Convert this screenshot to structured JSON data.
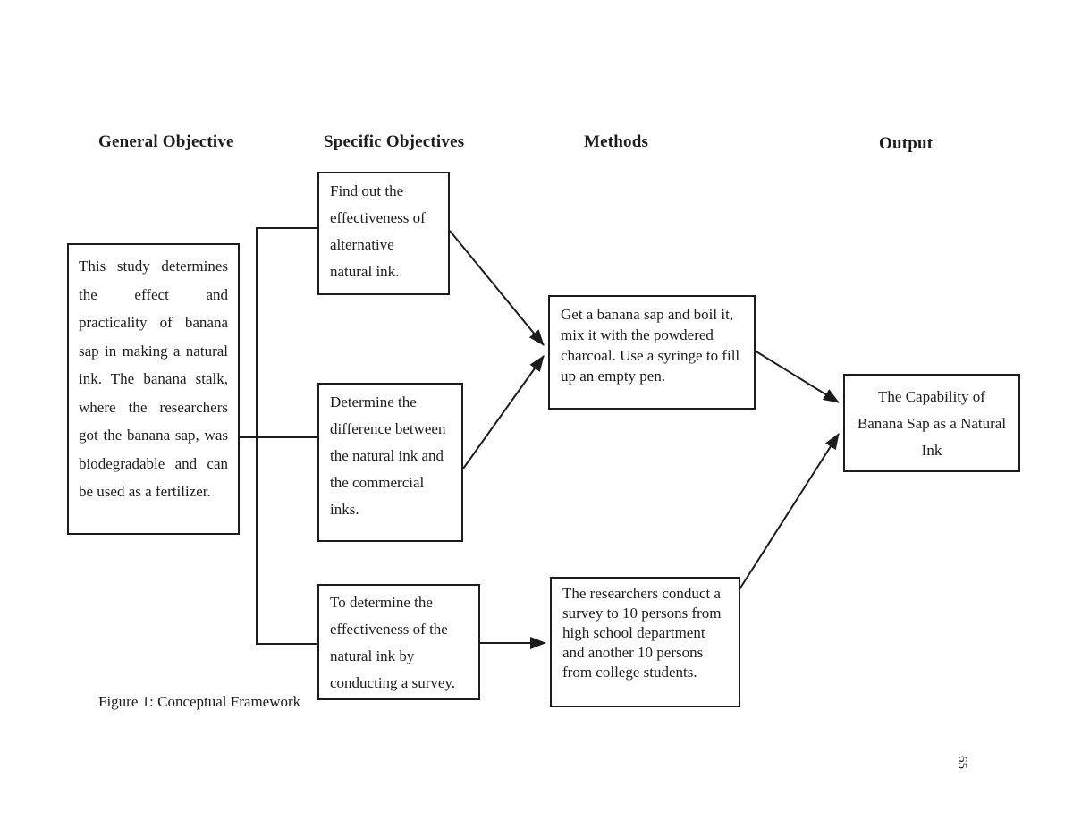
{
  "page": {
    "figure_caption": "Figure 1: Conceptual Framework",
    "page_number": "65"
  },
  "columns": [
    {
      "label": "General Objective"
    },
    {
      "label": "Specific Objectives"
    },
    {
      "label": "Methods"
    },
    {
      "label": "Output"
    }
  ],
  "boxes": {
    "general_objective": "This study determines the effect and practicality of banana sap in making a natural ink. The banana stalk, where the researchers got the banana sap, was biodegradable and can be used as a fertilizer.",
    "specific_objective_1": "Find out the effectiveness of alternative natural ink.",
    "specific_objective_2": "Determine the difference between the natural ink and the commercial inks.",
    "specific_objective_3": "To determine the effectiveness of the natural ink by conducting a survey.",
    "method_1": "Get a banana sap and boil it, mix it with the powdered charcoal. Use a syringe to fill up an empty pen.",
    "method_2": "The researchers conduct a survey to 10 persons from high school department and another 10 persons from college students.",
    "output": "The Capability of Banana Sap as a Natural Ink"
  },
  "colors": {
    "ink": "#1c1c1c",
    "background": "#ffffff"
  }
}
